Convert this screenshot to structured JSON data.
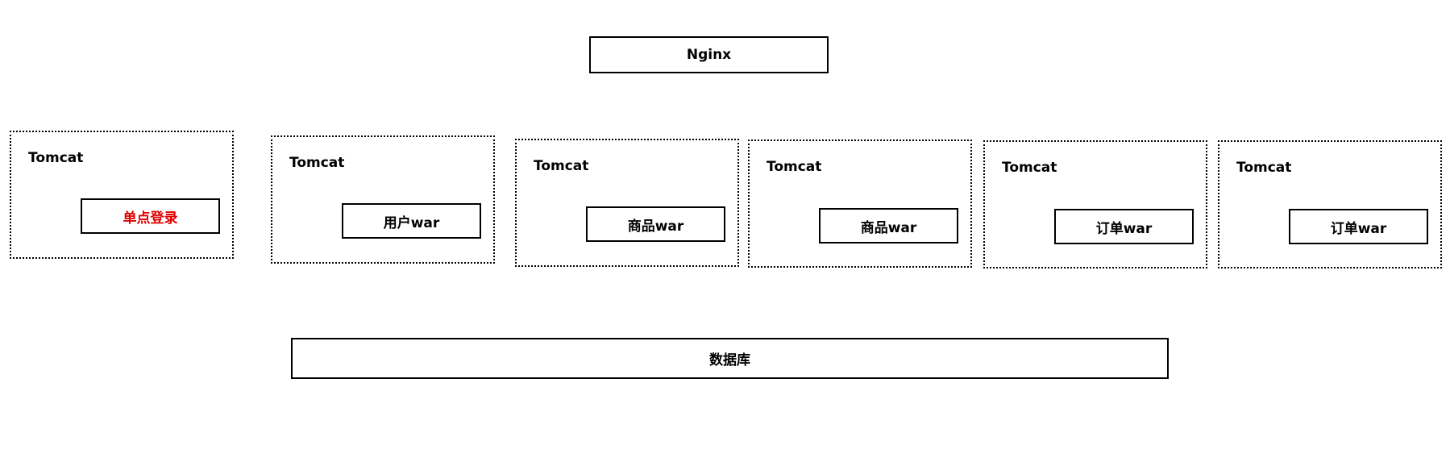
{
  "nginx": {
    "label": "Nginx"
  },
  "servers": [
    {
      "label": "Tomcat",
      "app": "单点登录",
      "app_color": "#e00000"
    },
    {
      "label": "Tomcat",
      "app": "用户war",
      "app_color": "#000000"
    },
    {
      "label": "Tomcat",
      "app": "商品war",
      "app_color": "#000000"
    },
    {
      "label": "Tomcat",
      "app": "商品war",
      "app_color": "#000000"
    },
    {
      "label": "Tomcat",
      "app": "订单war",
      "app_color": "#000000"
    },
    {
      "label": "Tomcat",
      "app": "订单war",
      "app_color": "#000000"
    }
  ],
  "database": {
    "label": "数据库"
  }
}
